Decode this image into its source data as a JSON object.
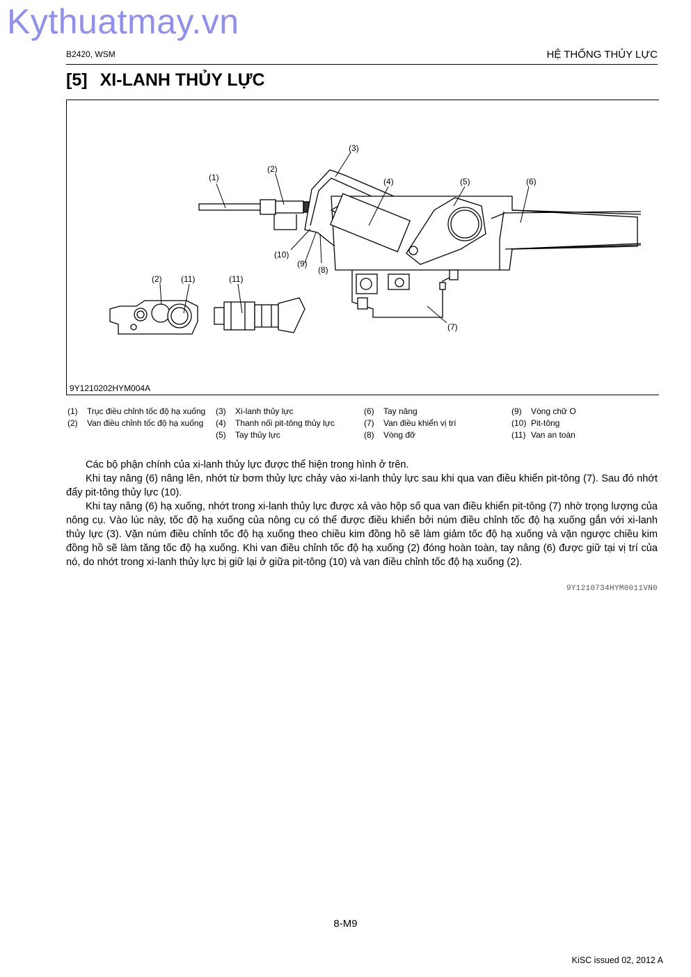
{
  "watermark": "Kythuatmay.vn",
  "header": {
    "left": "B2420, WSM",
    "right": "HỆ THỐNG THỦY LỰC"
  },
  "title": {
    "number": "[5]",
    "text": "XI-LANH THỦY LỰC"
  },
  "figure": {
    "code": "9Y1210202HYM004A",
    "callouts": [
      "(1)",
      "(2)",
      "(3)",
      "(4)",
      "(5)",
      "(6)",
      "(7)",
      "(8)",
      "(9)",
      "(10)",
      "(2)",
      "(11)",
      "(11)"
    ]
  },
  "legend": [
    {
      "n": "(1)",
      "t": "Trục điều chỉnh tốc độ hạ xuống"
    },
    {
      "n": "(2)",
      "t": "Van điều chỉnh tốc độ hạ xuống"
    },
    {
      "n": "(3)",
      "t": "Xi-lanh thủy lực"
    },
    {
      "n": "(4)",
      "t": "Thanh nối pit-tông thủy lực"
    },
    {
      "n": "(5)",
      "t": "Tay thủy lực"
    },
    {
      "n": "(6)",
      "t": "Tay nâng"
    },
    {
      "n": "(7)",
      "t": "Van điều khiển vị trí"
    },
    {
      "n": "(8)",
      "t": "Vòng đỡ"
    },
    {
      "n": "(9)",
      "t": "Vòng chữ O"
    },
    {
      "n": "(10)",
      "t": "Pit-tông"
    },
    {
      "n": "(11)",
      "t": "Van an toàn"
    }
  ],
  "paragraphs": [
    "Các bộ phận chính của xi-lanh thủy lực được thể hiện trong hình ở trên.",
    "Khi tay nâng (6) nâng lên, nhớt từ bơm thủy lực chảy vào xi-lanh thủy lực sau khi qua van điều khiển pit-tông (7). Sau đó nhớt đẩy pit-tông thủy lực (10).",
    "Khi tay nâng (6) hạ xuống, nhớt trong xi-lanh thủy lực được xả vào hộp số qua van điều khiển pit-tông (7) nhờ trọng lượng của nông cụ. Vào lúc này, tốc độ hạ xuống của nông cụ có thể được điều khiển bởi núm điều chỉnh tốc độ hạ xuống gắn với xi-lanh thủy lực (3). Vặn núm điều chỉnh tốc độ hạ xuống theo chiều kim đồng hồ sẽ làm giảm tốc độ hạ xuống và vặn ngược chiều kim đồng hồ sẽ làm tăng tốc độ hạ xuống. Khi van điều chỉnh tốc độ hạ xuống (2) đóng hoàn toàn, tay nâng (6) được giữ tại vị trí của nó, do nhớt trong xi-lanh thủy lực bị giữ lại ở giữa pit-tông (10) và van điều chỉnh tốc độ hạ xuống (2)."
  ],
  "doc_code": "9Y1210734HYM0011VN0",
  "footer": {
    "page": "8-M9",
    "issued": "KiSC issued 02, 2012 A"
  }
}
